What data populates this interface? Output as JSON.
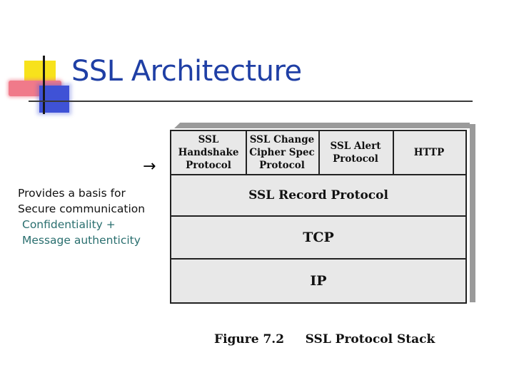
{
  "slide": {
    "title": "SSL Architecture"
  },
  "side_note": {
    "arrow": "→",
    "lines": [
      "Provides a basis for",
      "Secure communication",
      "Confidentiality +",
      "Message authenticity"
    ]
  },
  "diagram": {
    "top_layer": [
      "SSL\nHandshake\nProtocol",
      "SSL Change\nCipher Spec\nProtocol",
      "SSL Alert\nProtocol",
      "HTTP"
    ],
    "record_layer": "SSL Record Protocol",
    "transport_layer": "TCP",
    "network_layer": "IP",
    "caption": "Figure 7.2     SSL Protocol Stack"
  },
  "colors": {
    "title": "#1f3fa5",
    "note_emphasis": "#2a6f6f",
    "layer_fill": "#e8e8e8"
  }
}
